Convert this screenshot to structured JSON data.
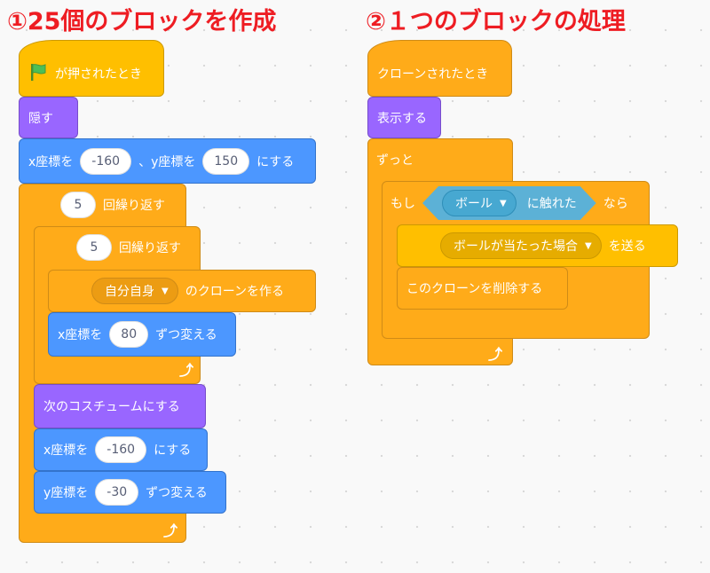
{
  "titles": {
    "left": "①25個のブロックを作成",
    "right": "②１つのブロックの処理"
  },
  "script1": {
    "hat_label": "が押されたとき",
    "hide_label": "隠す",
    "goto": {
      "x_label": "x座標を",
      "x_value": "-160",
      "sep": "、y座標を",
      "y_value": "150",
      "suffix": "にする"
    },
    "repeat_outer": {
      "count": "5",
      "label": "回繰り返す"
    },
    "repeat_inner": {
      "count": "5",
      "label": "回繰り返す"
    },
    "create_clone": {
      "option": "自分自身",
      "label": "のクローンを作る"
    },
    "change_x": {
      "label": "x座標を",
      "value": "80",
      "suffix": "ずつ変える"
    },
    "next_costume_label": "次のコスチュームにする",
    "set_x": {
      "label": "x座標を",
      "value": "-160",
      "suffix": "にする"
    },
    "change_y": {
      "label": "y座標を",
      "value": "-30",
      "suffix": "ずつ変える"
    }
  },
  "script2": {
    "hat_label": "クローンされたとき",
    "show_label": "表示する",
    "forever_label": "ずっと",
    "if": {
      "prefix": "もし",
      "suffix": "なら"
    },
    "touching": {
      "option": "ボール",
      "label": "に触れた"
    },
    "broadcast": {
      "option": "ボールが当たった場合",
      "label": "を送る"
    },
    "delete_clone_label": "このクローンを削除する"
  },
  "icons": {
    "green_flag": "green-flag-icon",
    "loop_arrow": "loop-arrow-icon",
    "dropdown": "dropdown-arrow-icon"
  },
  "colors": {
    "title": "#ee1d23",
    "events": "#ffbf00",
    "control": "#ffab19",
    "looks": "#9966ff",
    "motion": "#4c97ff",
    "sensing": "#5cb1d6"
  }
}
